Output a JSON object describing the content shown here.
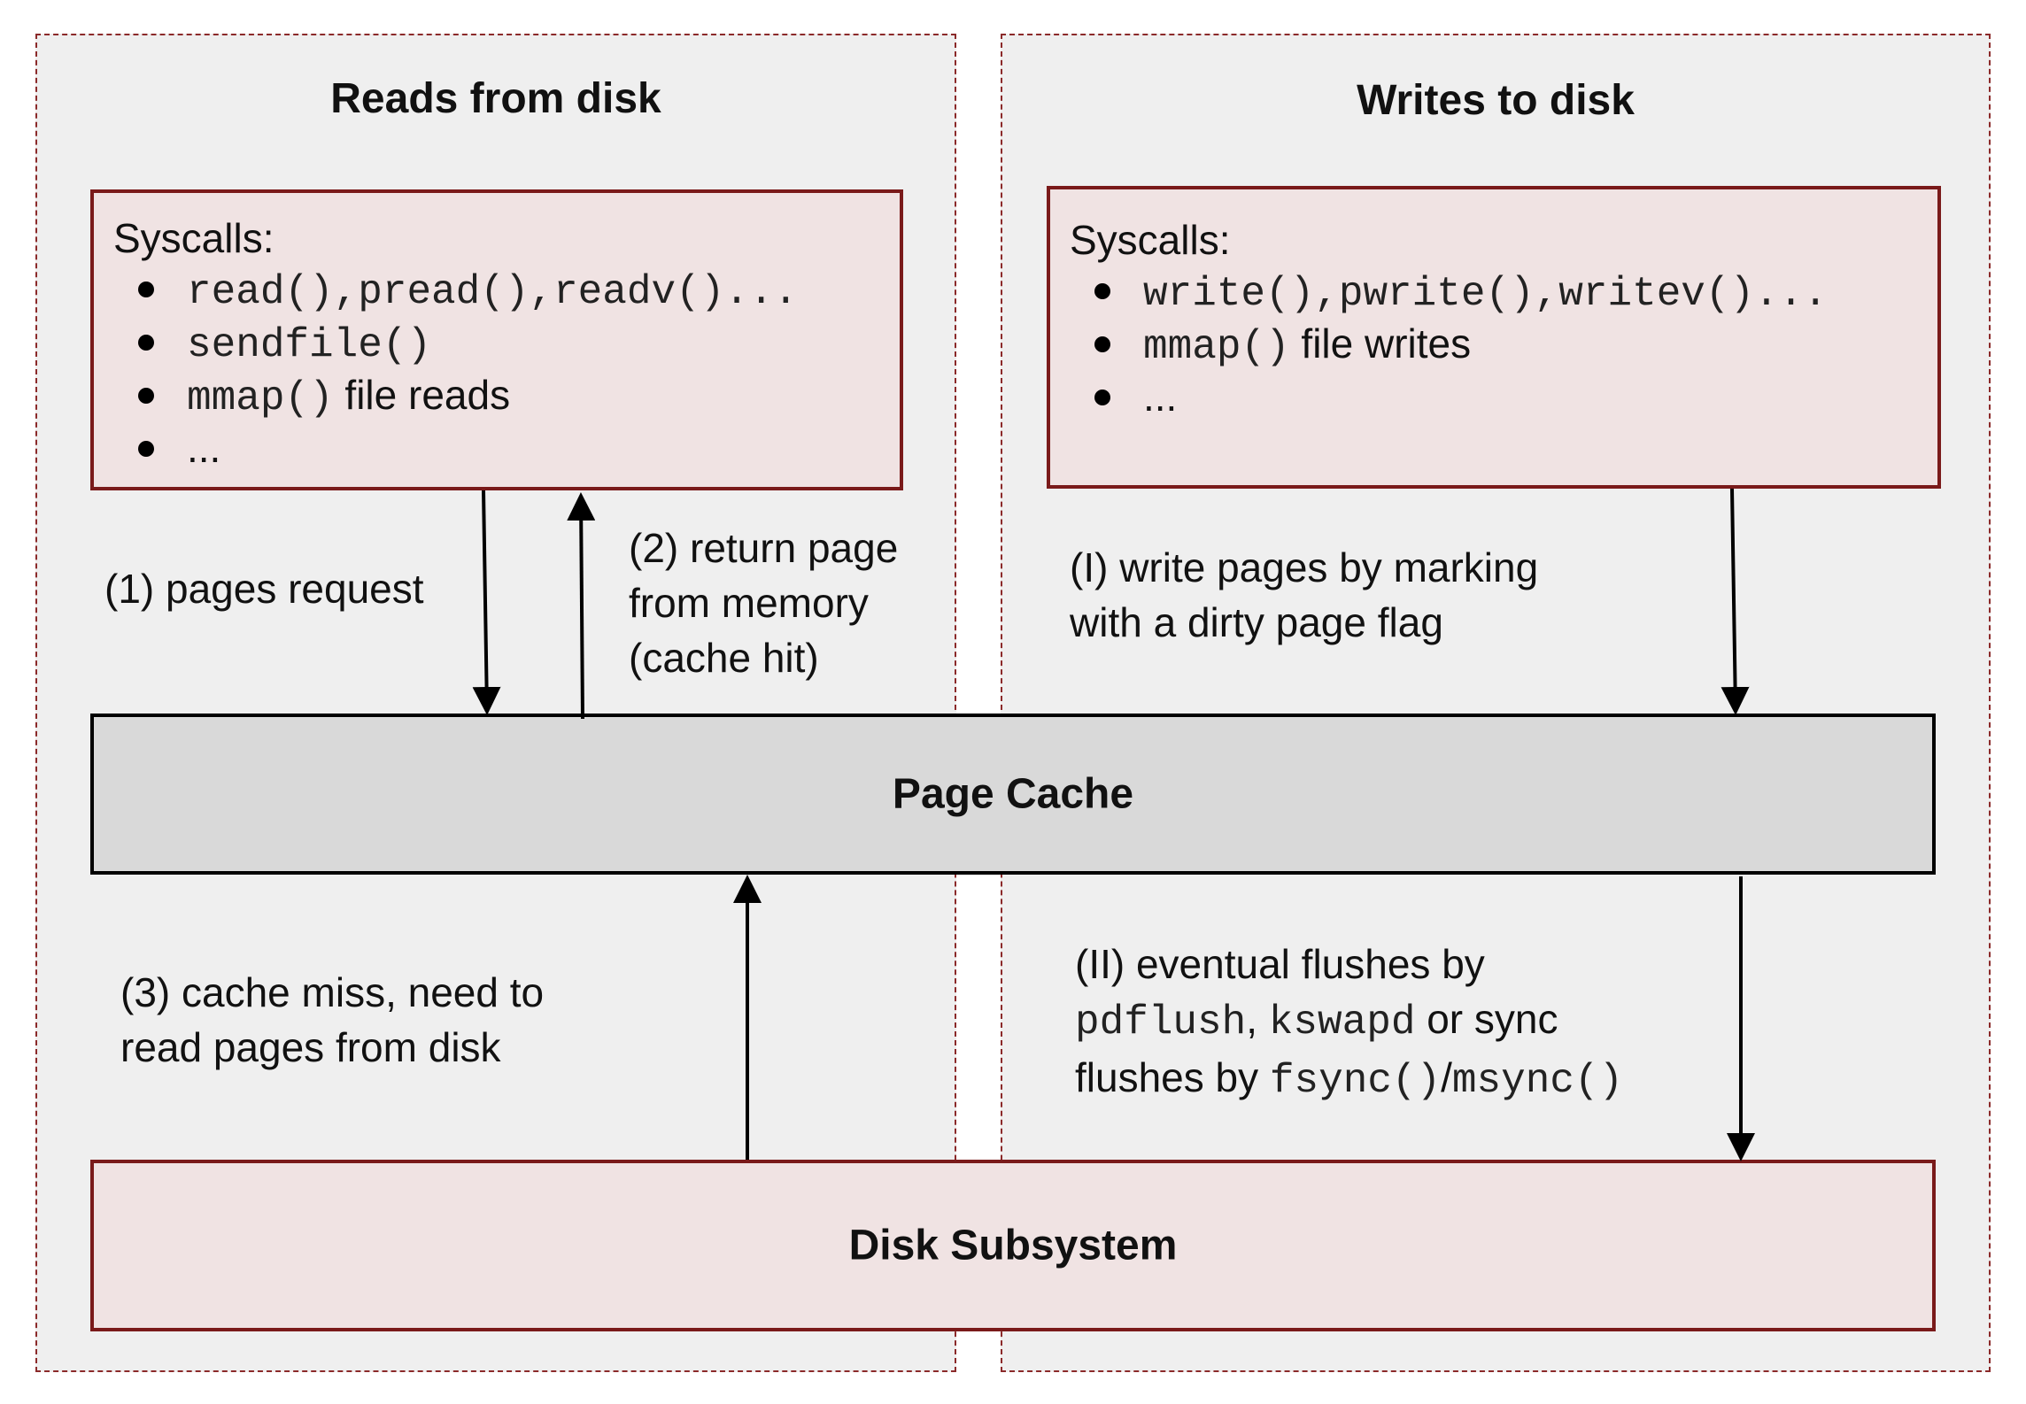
{
  "left_panel": {
    "title": "Reads from disk",
    "syscalls_heading": "Syscalls:",
    "items": [
      {
        "code": "read(),pread(),readv()...",
        "text": ""
      },
      {
        "code": "sendfile()",
        "text": ""
      },
      {
        "code": "mmap()",
        "text": " file reads"
      },
      {
        "code": "",
        "text": "..."
      }
    ]
  },
  "right_panel": {
    "title": "Writes to disk",
    "syscalls_heading": "Syscalls:",
    "items": [
      {
        "code": "write(),pwrite(),writev()...",
        "text": ""
      },
      {
        "code": "mmap()",
        "text": " file writes"
      },
      {
        "code": "",
        "text": "..."
      }
    ]
  },
  "page_cache": {
    "label": "Page Cache"
  },
  "disk_subsystem": {
    "label": "Disk Subsystem"
  },
  "notes": {
    "pages_request": "(1) pages request",
    "return_page": [
      "(2) return page",
      "from memory",
      "(cache hit)"
    ],
    "cache_miss": [
      "(3) cache miss, need to",
      "read pages from disk"
    ],
    "write_pages": [
      "(I) write pages by marking",
      "with a dirty page flag"
    ],
    "flush": {
      "line1": "(II) eventual flushes by",
      "pdflush": "pdflush",
      "comma": ", ",
      "kswapd": "kswapd",
      "or_sync": " or sync",
      "flushes_by": "flushes by ",
      "fsync": "fsync()",
      "slash": "/",
      "msync": "msync()"
    }
  },
  "colors": {
    "panel_border": "#8b2a2a",
    "box_border": "#7a1a1a",
    "box_fill": "#f0e3e3",
    "cache_fill": "#d9d9d9",
    "panel_fill": "#efefef"
  }
}
